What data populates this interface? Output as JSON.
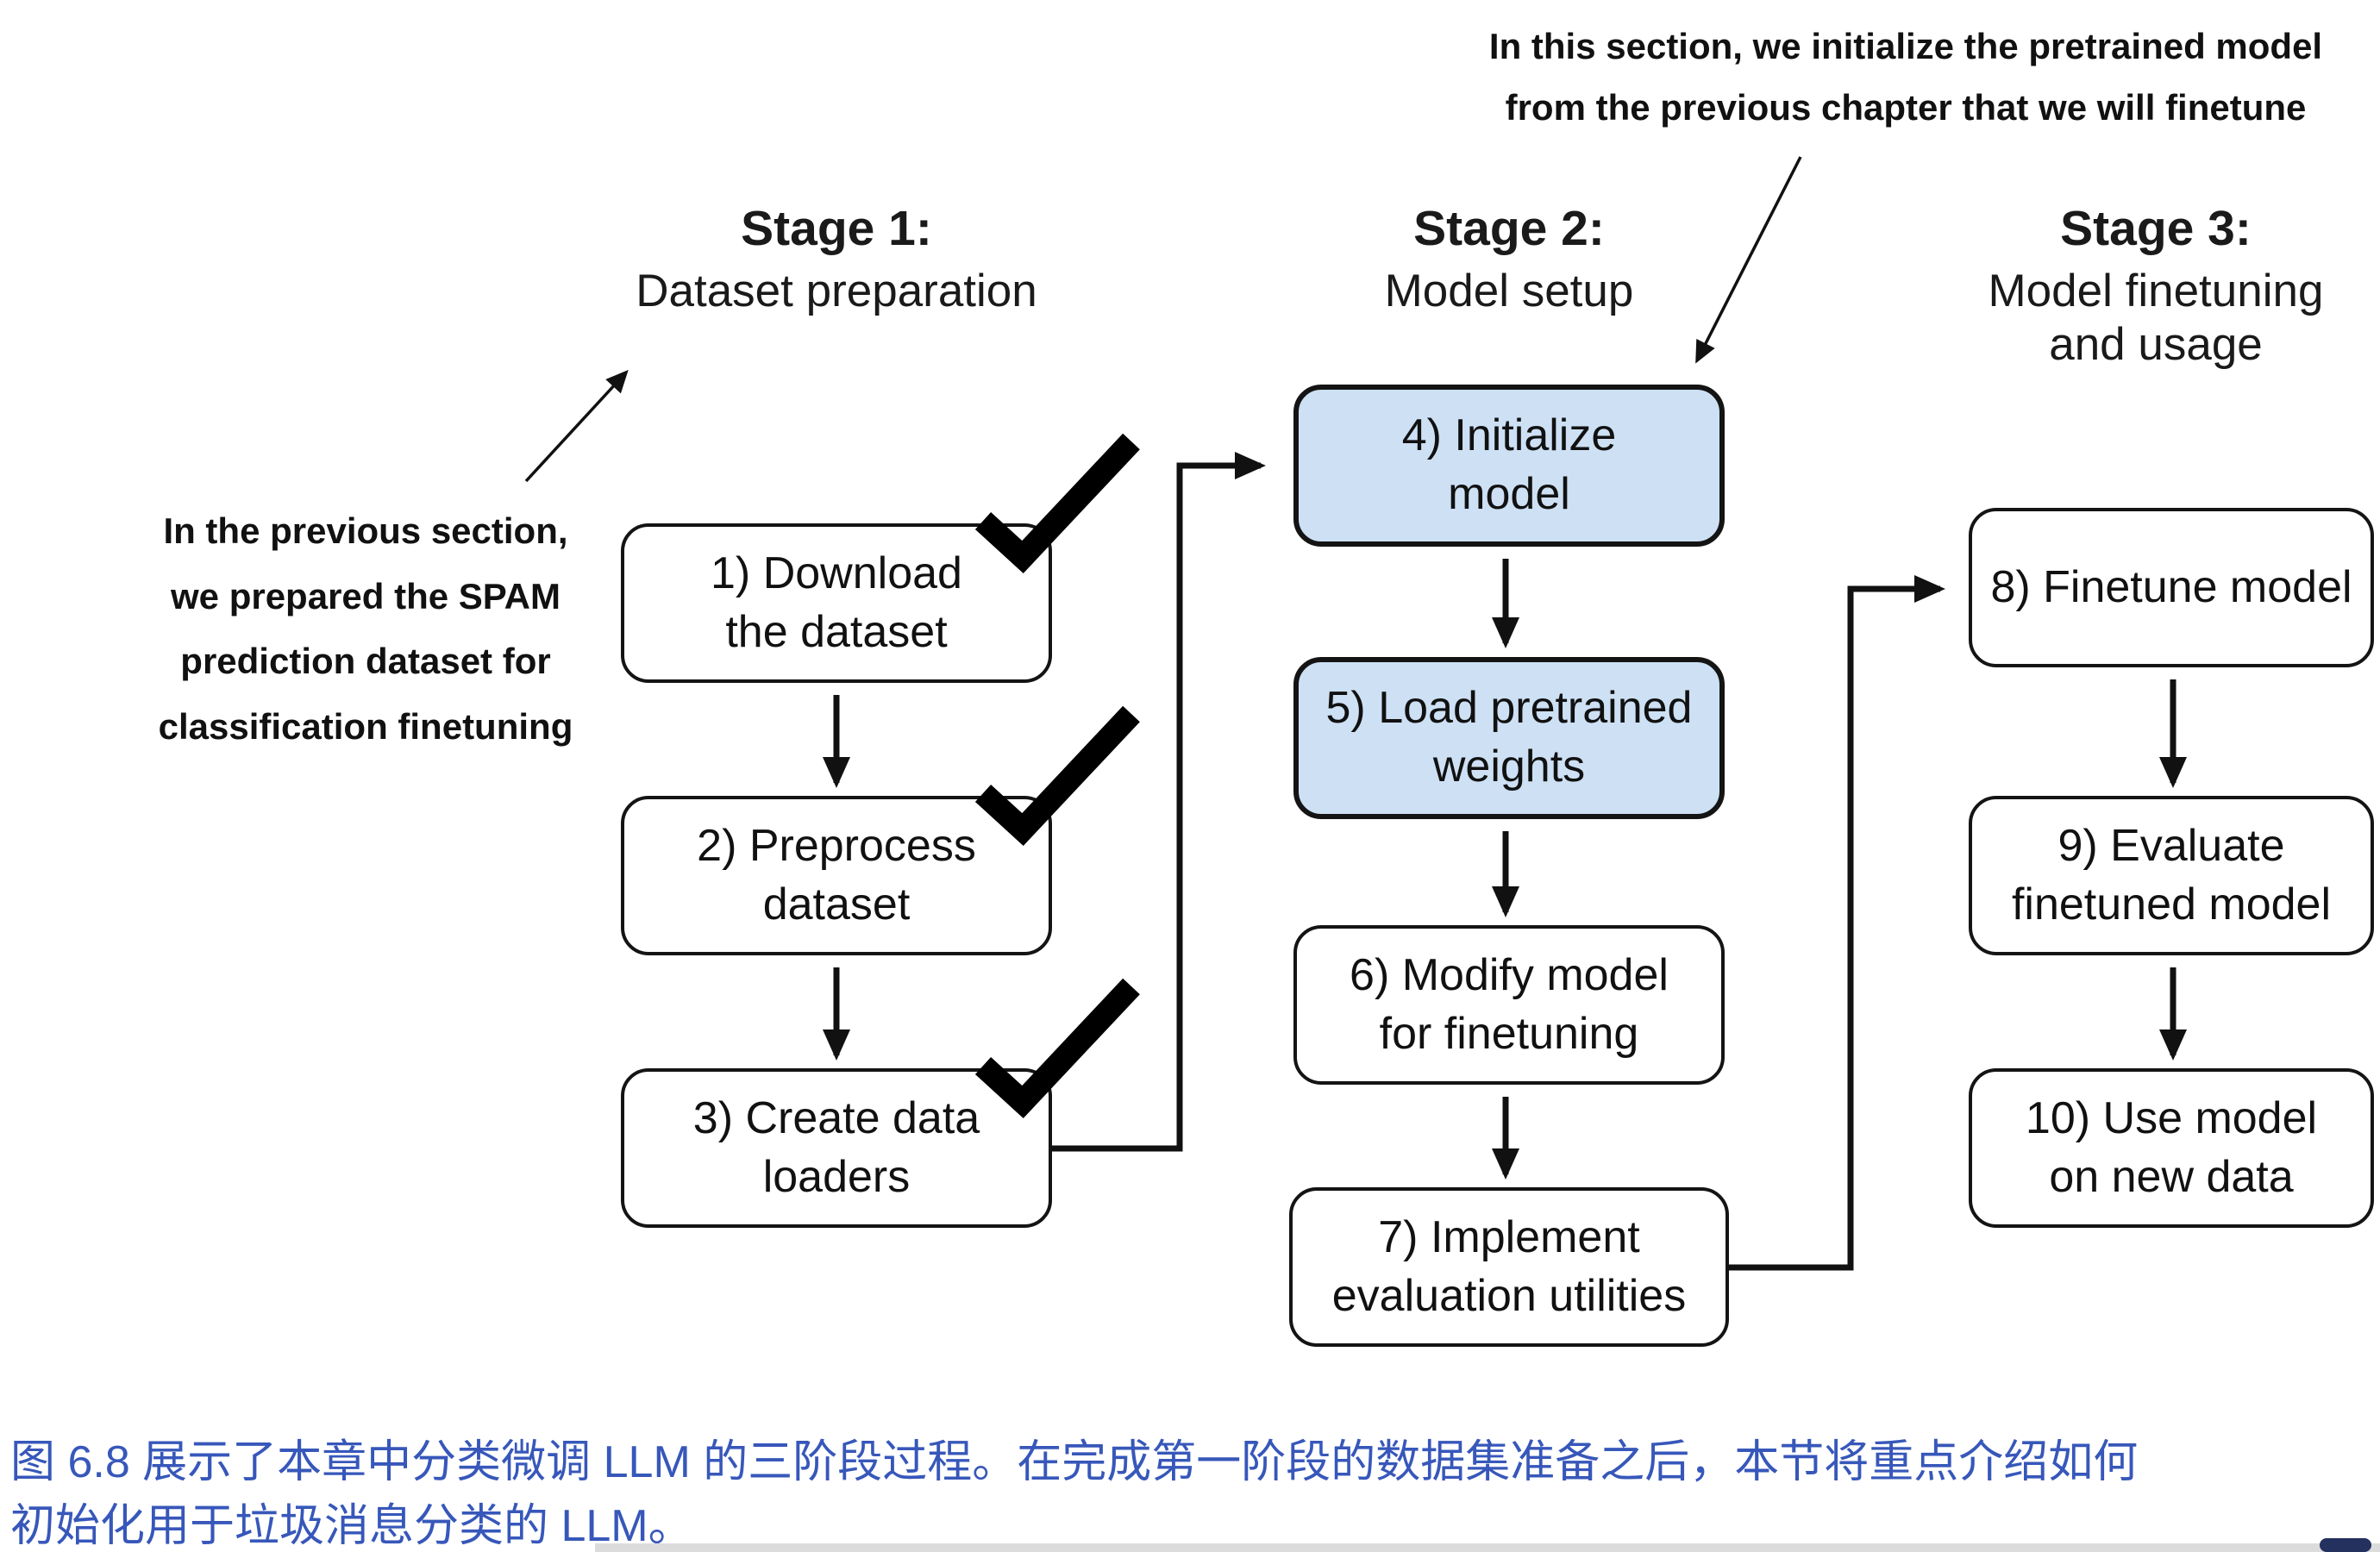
{
  "annotations": {
    "top_note": "In this section, we initialize the pretrained model\nfrom the previous chapter that we will finetune",
    "left_note": "In the previous section,\nwe prepared the SPAM\nprediction dataset for\nclassification finetuning"
  },
  "stages": [
    {
      "title": "Stage 1:",
      "subtitle": "Dataset preparation"
    },
    {
      "title": "Stage 2:",
      "subtitle": "Model setup"
    },
    {
      "title": "Stage 3:",
      "subtitle": "Model finetuning\nand usage"
    }
  ],
  "boxes": [
    {
      "label": "1) Download\nthe dataset",
      "stage": 1,
      "completed": true,
      "highlighted": false
    },
    {
      "label": "2) Preprocess\ndataset",
      "stage": 1,
      "completed": true,
      "highlighted": false
    },
    {
      "label": "3) Create data\nloaders",
      "stage": 1,
      "completed": true,
      "highlighted": false
    },
    {
      "label": "4) Initialize\nmodel",
      "stage": 2,
      "completed": false,
      "highlighted": true
    },
    {
      "label": "5) Load pretrained\nweights",
      "stage": 2,
      "completed": false,
      "highlighted": true
    },
    {
      "label": "6) Modify model\nfor finetuning",
      "stage": 2,
      "completed": false,
      "highlighted": false
    },
    {
      "label": "7) Implement\nevaluation utilities",
      "stage": 2,
      "completed": false,
      "highlighted": false
    },
    {
      "label": "8) Finetune model",
      "stage": 3,
      "completed": false,
      "highlighted": false
    },
    {
      "label": "9) Evaluate\nfinetuned model",
      "stage": 3,
      "completed": false,
      "highlighted": false
    },
    {
      "label": "10) Use model\non new data",
      "stage": 3,
      "completed": false,
      "highlighted": false
    }
  ],
  "caption": "图 6.8 展示了本章中分类微调 LLM 的三阶段过程。在完成第一阶段的数据集准备之后，本节将重点介绍如何\n初始化用于垃圾消息分类的 LLM。",
  "colors": {
    "highlight_fill": "#cde0f4",
    "box_border": "#141414",
    "diagram_ink": "#111111",
    "caption_text": "#3757ba"
  }
}
